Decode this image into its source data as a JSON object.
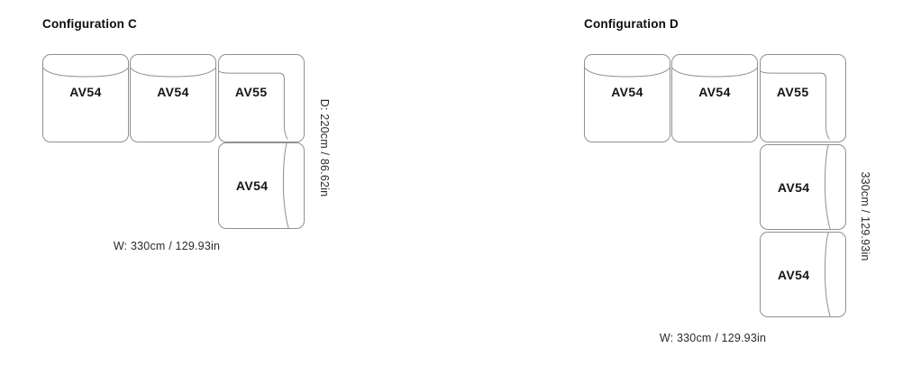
{
  "diagram": {
    "background_color": "#ffffff",
    "outline_color": "#8f8f8f",
    "label_text_color": "#141414",
    "dimension_text_color": "#2a2a2a",
    "configurations": [
      {
        "id": "C",
        "title": "Configuration C",
        "width_label": "W: 330cm / 129.93in",
        "depth_label": "D: 220cm / 86.62in",
        "modules": [
          {
            "label": "AV54",
            "type": "seat-horizontal"
          },
          {
            "label": "AV54",
            "type": "seat-horizontal"
          },
          {
            "label": "AV55",
            "type": "corner"
          },
          {
            "label": "AV54",
            "type": "seat-vertical"
          }
        ]
      },
      {
        "id": "D",
        "title": "Configuration D",
        "width_label": "W: 330cm / 129.93in",
        "depth_label": "330cm / 129.93in",
        "modules": [
          {
            "label": "AV54",
            "type": "seat-horizontal"
          },
          {
            "label": "AV54",
            "type": "seat-horizontal"
          },
          {
            "label": "AV55",
            "type": "corner"
          },
          {
            "label": "AV54",
            "type": "seat-vertical"
          },
          {
            "label": "AV54",
            "type": "seat-vertical"
          }
        ]
      }
    ]
  }
}
